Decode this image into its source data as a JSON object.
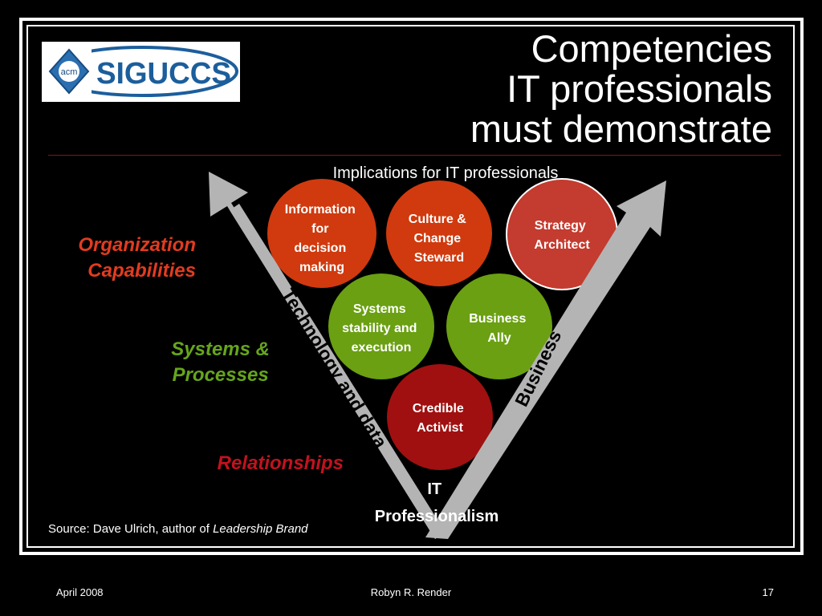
{
  "title_lines": [
    "Competencies",
    "IT professionals",
    "must demonstrate"
  ],
  "logo": {
    "badge": "acm",
    "wordmark": "SIGUCCS"
  },
  "subtitle": "Implications for IT professionals",
  "categories": {
    "org": [
      "Organization",
      "Capabilities"
    ],
    "sys": [
      "Systems &",
      "Processes"
    ],
    "rel": "Relationships"
  },
  "circles": {
    "information": [
      "Information",
      "for",
      "decision",
      "making"
    ],
    "culture": [
      "Culture &",
      "Change",
      "Steward"
    ],
    "strategy": [
      "Strategy",
      "Architect"
    ],
    "systems": [
      "Systems",
      "stability and",
      "execution"
    ],
    "business_ally": [
      "Business",
      "Ally"
    ],
    "credible": [
      "Credible",
      "Activist"
    ]
  },
  "arrow_labels": {
    "left": "Technology and data",
    "right": "Business"
  },
  "base_label": [
    "IT",
    "Professionalism"
  ],
  "source": {
    "prefix": "Source: Dave Ulrich, author of ",
    "book": "Leadership Brand"
  },
  "footer": {
    "date": "April 2008",
    "author": "Robyn R. Render",
    "page": "17"
  },
  "colors": {
    "red": "#d03a0e",
    "dark_red": "#a01010",
    "green": "#6aa012",
    "arrow": "#b4b4b4",
    "org_text": "#e23b1f",
    "sys_text": "#66a51c",
    "rel_text": "#c1121f"
  }
}
